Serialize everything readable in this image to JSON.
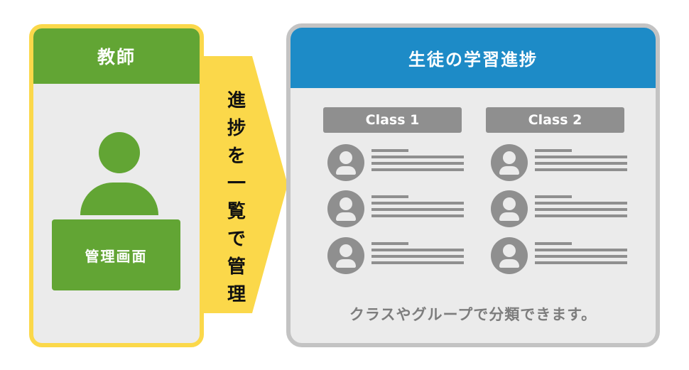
{
  "teacher": {
    "title": "教師",
    "screen_label": "管理画面"
  },
  "arrow": {
    "chars": [
      "進",
      "捗",
      "を",
      "一",
      "覧",
      "で",
      "管",
      "理"
    ]
  },
  "panel": {
    "title": "生徒の学習進捗",
    "classes": [
      {
        "label": "Class 1",
        "student_count": 3
      },
      {
        "label": "Class 2",
        "student_count": 3
      }
    ],
    "footer": "クラスやグループで分類できます。"
  },
  "colors": {
    "teacher_green": "#62a534",
    "arrow_yellow": "#fbd84a",
    "panel_blue": "#1d8bc7",
    "neutral_gray": "#8f8f8f"
  },
  "icons": [
    "person-icon",
    "user-avatar-icon",
    "arrow-right-icon"
  ]
}
